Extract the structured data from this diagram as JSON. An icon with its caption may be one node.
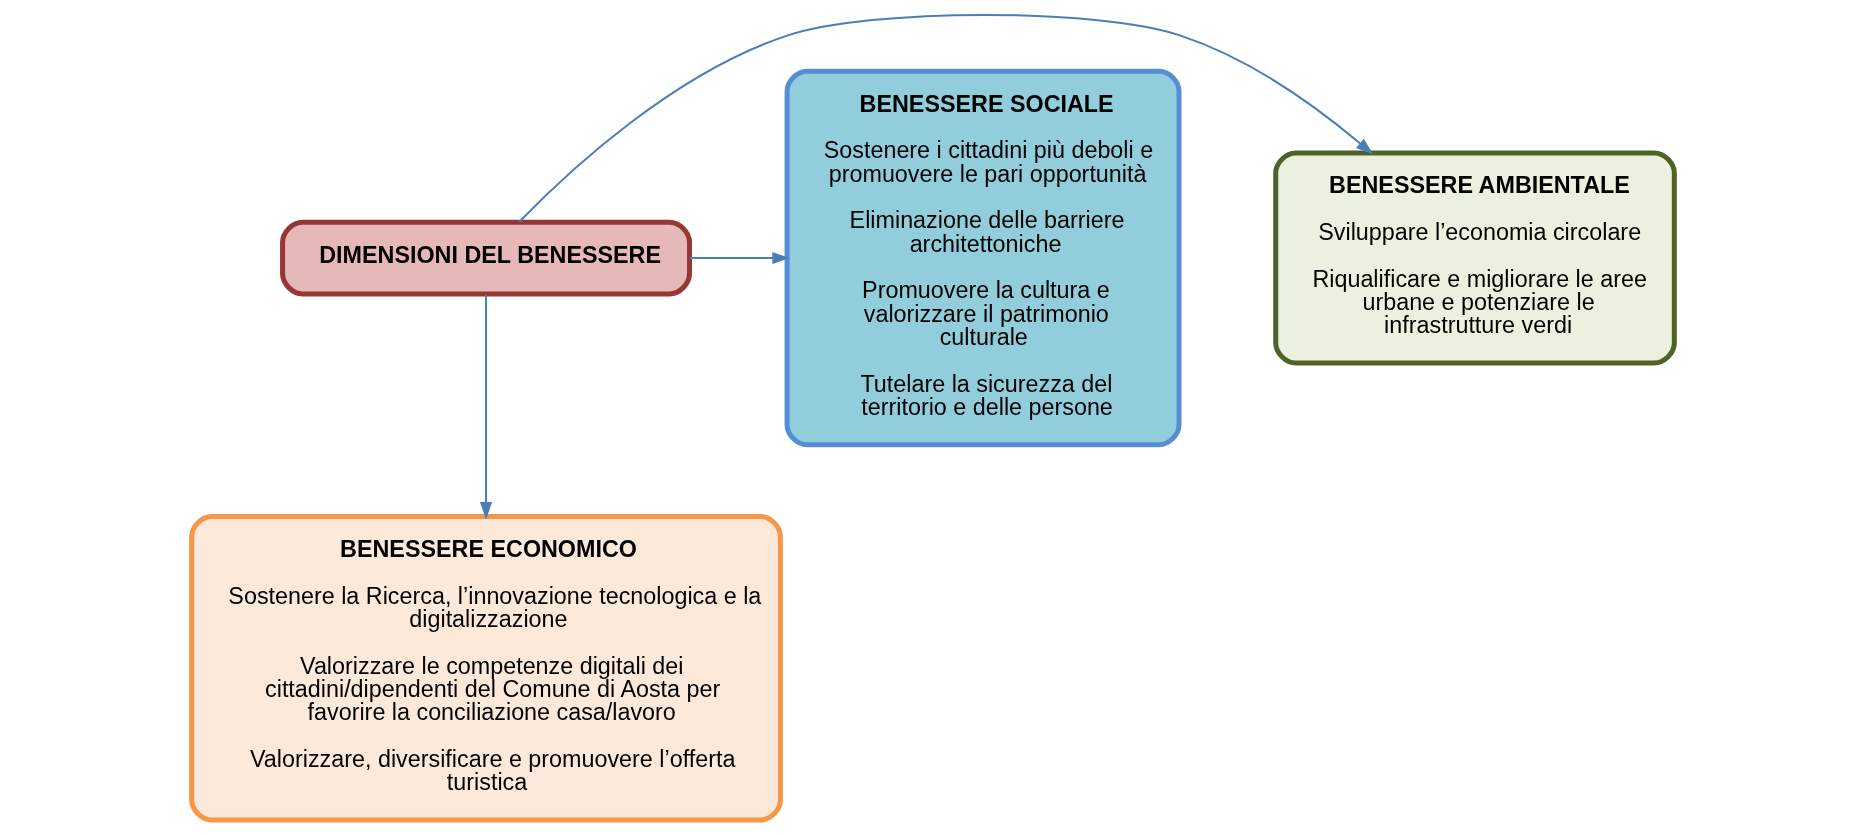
{
  "diagram": {
    "nodes": [
      {
        "text": [
          "BENESSERE AMBIENTALE",
          "Sviluppare l’economia circolare",
          "Riqualificare e migliorare le aree urbane e potenziare le infrastrutture verdi"
        ]
      },
      {
        "text": [
          "DIMENSIONI DEL BENESSERE"
        ]
      },
      {
        "text": [
          "BENESSERE SOCIALE",
          "Sostenere i cittadini più deboli e promuovere le pari opportunità",
          "Eliminazione delle barriere architettoniche",
          "Promuovere la cultura e valorizzare il patrimonio culturale",
          "Tutelare la sicurezza del territorio e delle persone"
        ]
      },
      {
        "text": [
          "BENESSERE ECONOMICO",
          "Sostenere la Ricerca, l’innovazione tecnologica e la digitalizzazione",
          "Valorizzare le competenze digitali dei cittadini/dipendenti del Comune di Aosta per favorire la conciliazione casa/lavoro",
          "Valorizzare, diversificare e promuovere l’offerta turistica"
        ]
      }
    ],
    "edges": [
      {
        "from": 1,
        "to": 0,
        "arrow": "to"
      },
      {
        "from": 1,
        "to": 2,
        "arrow": "to"
      },
      {
        "from": 1,
        "to": 3,
        "arrow": "to"
      }
    ]
  }
}
